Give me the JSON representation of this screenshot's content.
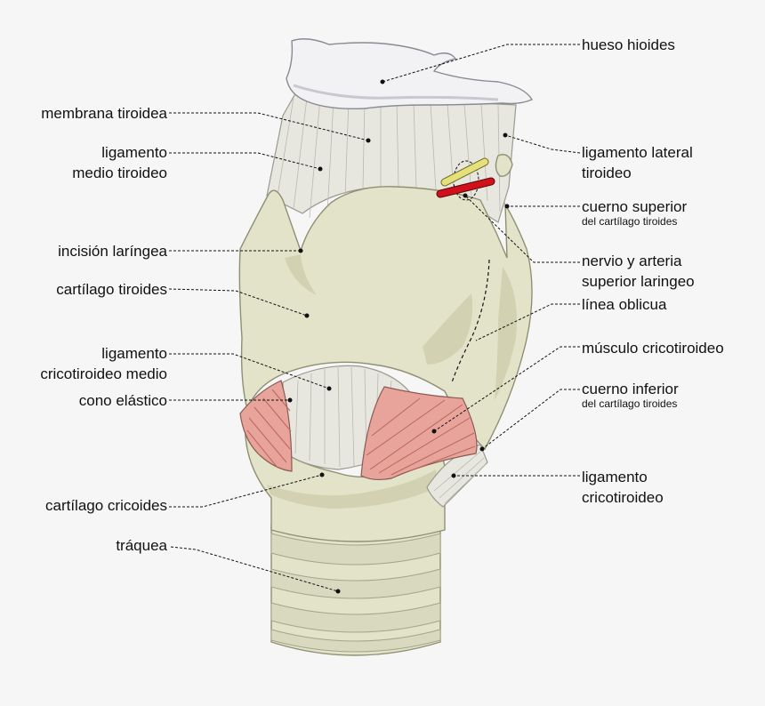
{
  "labels": {
    "hueso_hioides": "hueso hioides",
    "membrana_tiroidea": "membrana tiroidea",
    "ligamento_medio_1": "ligamento",
    "ligamento_medio_2": "medio tiroideo",
    "ligamento_lateral_1": "ligamento lateral",
    "ligamento_lateral_2": "tiroideo",
    "cuerno_superior": "cuerno superior",
    "cuerno_superior_sub": "del cartílago tiroides",
    "incision_laringea": "incisión laríngea",
    "nervio_arteria_1": "nervio y arteria",
    "nervio_arteria_2": "superior laringeo",
    "cartilago_tiroides": "cartílago tiroides",
    "linea_oblicua": "línea oblicua",
    "lig_cricotiroideo_medio_1": "ligamento",
    "lig_cricotiroideo_medio_2": "cricotiroideo medio",
    "musculo_cricotiroideo": "músculo cricotiroideo",
    "cono_elastico": "cono elástico",
    "cuerno_inferior": "cuerno inferior",
    "cuerno_inferior_sub": "del cartílago tiroides",
    "ligamento_cricotiroideo_1": "ligamento",
    "ligamento_cricotiroideo_2": "cricotiroideo",
    "cartilago_cricoides": "cartílago cricoides",
    "traquea": "tráquea"
  },
  "colors": {
    "background": "#f6f6f6",
    "cartilage": "#e3e3c9",
    "ligament": "#e7e7df",
    "muscle": "#e8a39a",
    "bone": "#f3f3f6",
    "nerve": "#e6e07a",
    "artery": "#d0101a"
  }
}
